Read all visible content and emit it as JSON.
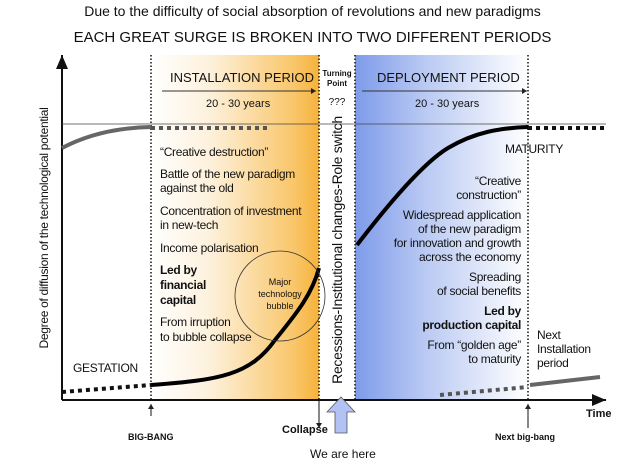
{
  "title_line1": "Due to the difficulty of social absorption of revolutions and new paradigms",
  "title_line2": "EACH GREAT SURGE IS BROKEN INTO TWO DIFFERENT PERIODS",
  "y_axis_label": "Degree of diffusion of the technological potential",
  "x_axis_label": "Time",
  "installation": {
    "title": "INSTALLATION PERIOD",
    "duration": "20 - 30 years",
    "points": [
      "“Creative destruction”",
      "Battle of the new paradigm",
      "against the old",
      "Concentration of investment",
      "in new-tech",
      "Income polarisation"
    ],
    "led_by": [
      "Led by",
      "financial",
      "capital"
    ],
    "from": [
      "From irruption",
      "to bubble collapse"
    ],
    "bubble": [
      "Major",
      "technology",
      "bubble"
    ]
  },
  "turning_point": {
    "title": [
      "Turning",
      "Point"
    ],
    "value": "???",
    "vertical": "Recessions-Institutional changes-Role switch"
  },
  "deployment": {
    "title": "DEPLOYMENT PERIOD",
    "duration": "20 - 30 years",
    "maturity": "MATURITY",
    "points": [
      "“Creative",
      "construction”",
      "Widespread application",
      "of the new paradigm",
      "for innovation and growth",
      "across the economy",
      "Spreading",
      "of social benefits"
    ],
    "led_by": [
      "Led by",
      "production capital"
    ],
    "from": [
      "From “golden age”",
      "to maturity"
    ]
  },
  "gestation": "GESTATION",
  "next_installation": [
    "Next",
    "Installation",
    "period"
  ],
  "markers": {
    "big_bang": "BIG-BANG",
    "collapse": "Collapse",
    "we_are_here": "We are here",
    "next_big_bang": "Next big-bang"
  },
  "colors": {
    "installation": "#f6b23c",
    "deployment": "#7e9bea"
  }
}
